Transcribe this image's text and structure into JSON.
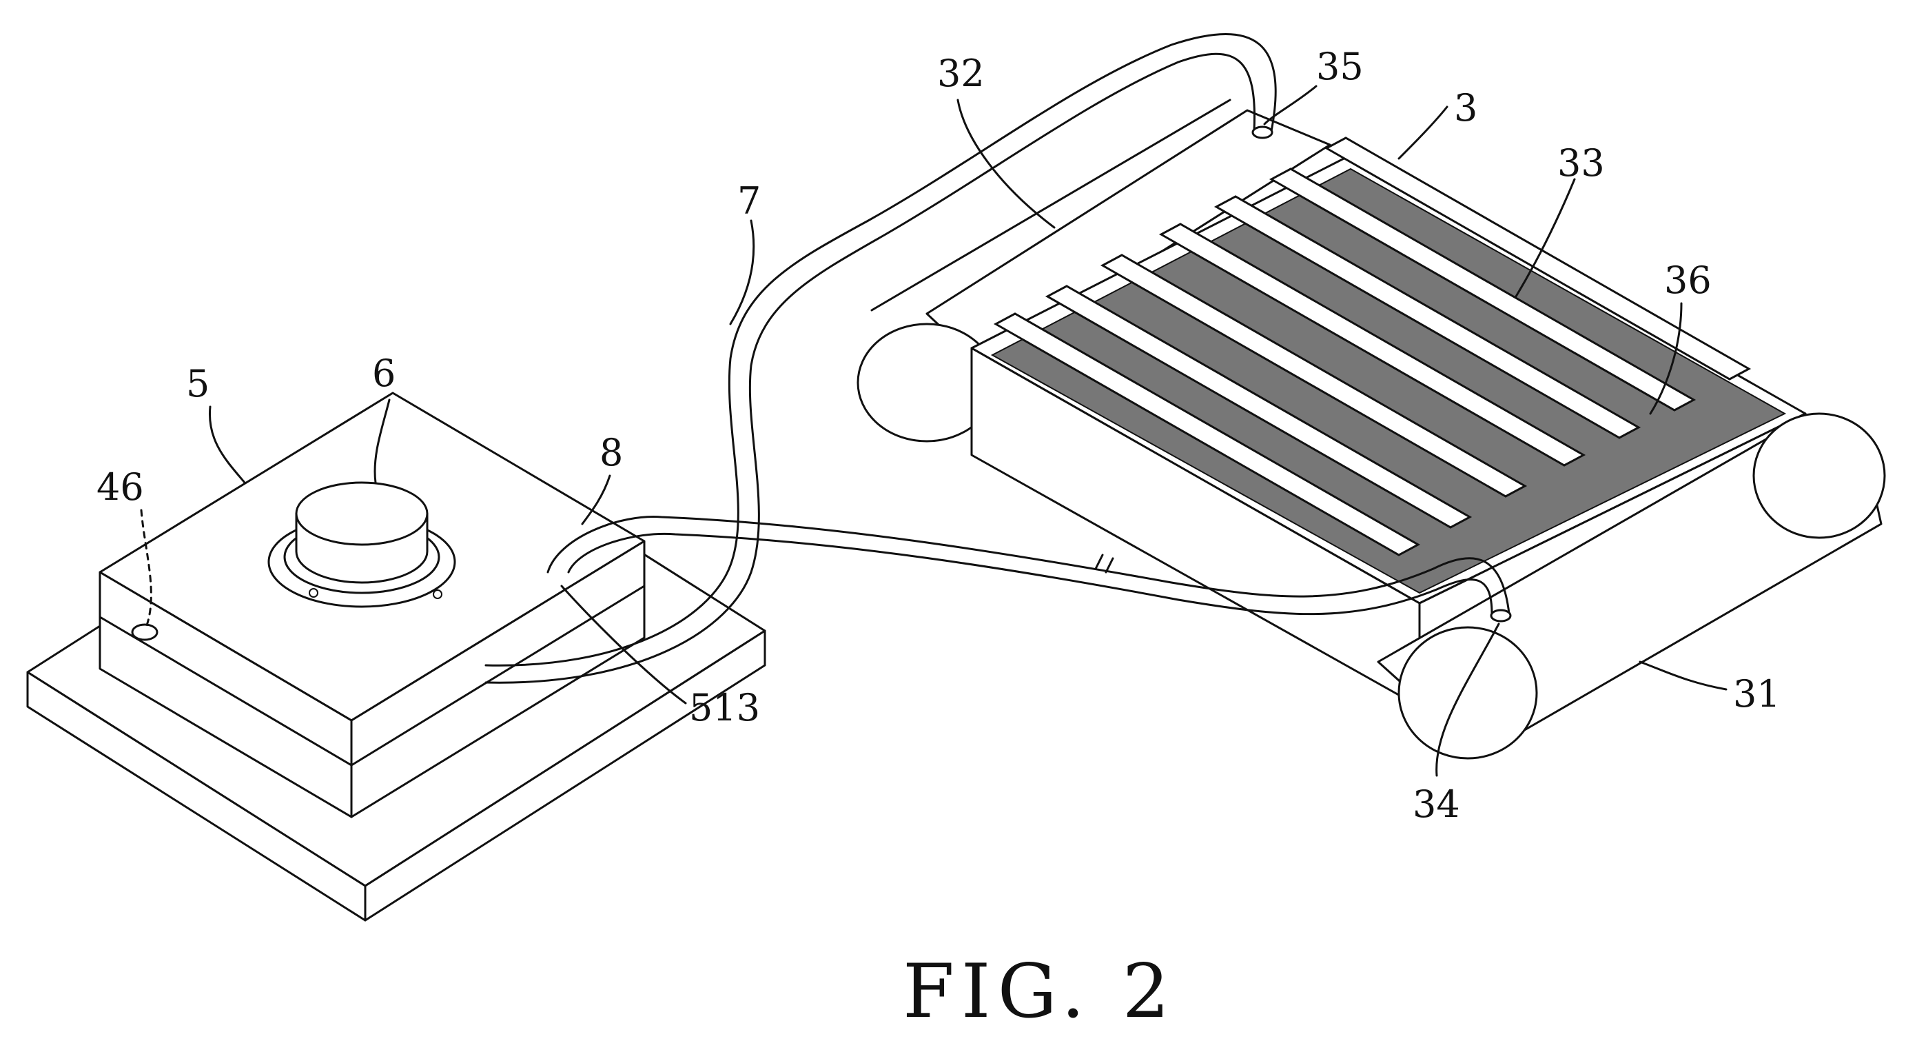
{
  "figure": {
    "caption": "FIG. 2",
    "labels": {
      "l5": "5",
      "l6": "6",
      "l46": "46",
      "l8": "8",
      "l7": "7",
      "l513": "513",
      "l32": "32",
      "l35": "35",
      "l3": "3",
      "l33": "33",
      "l36": "36",
      "l31": "31",
      "l34": "34"
    }
  }
}
